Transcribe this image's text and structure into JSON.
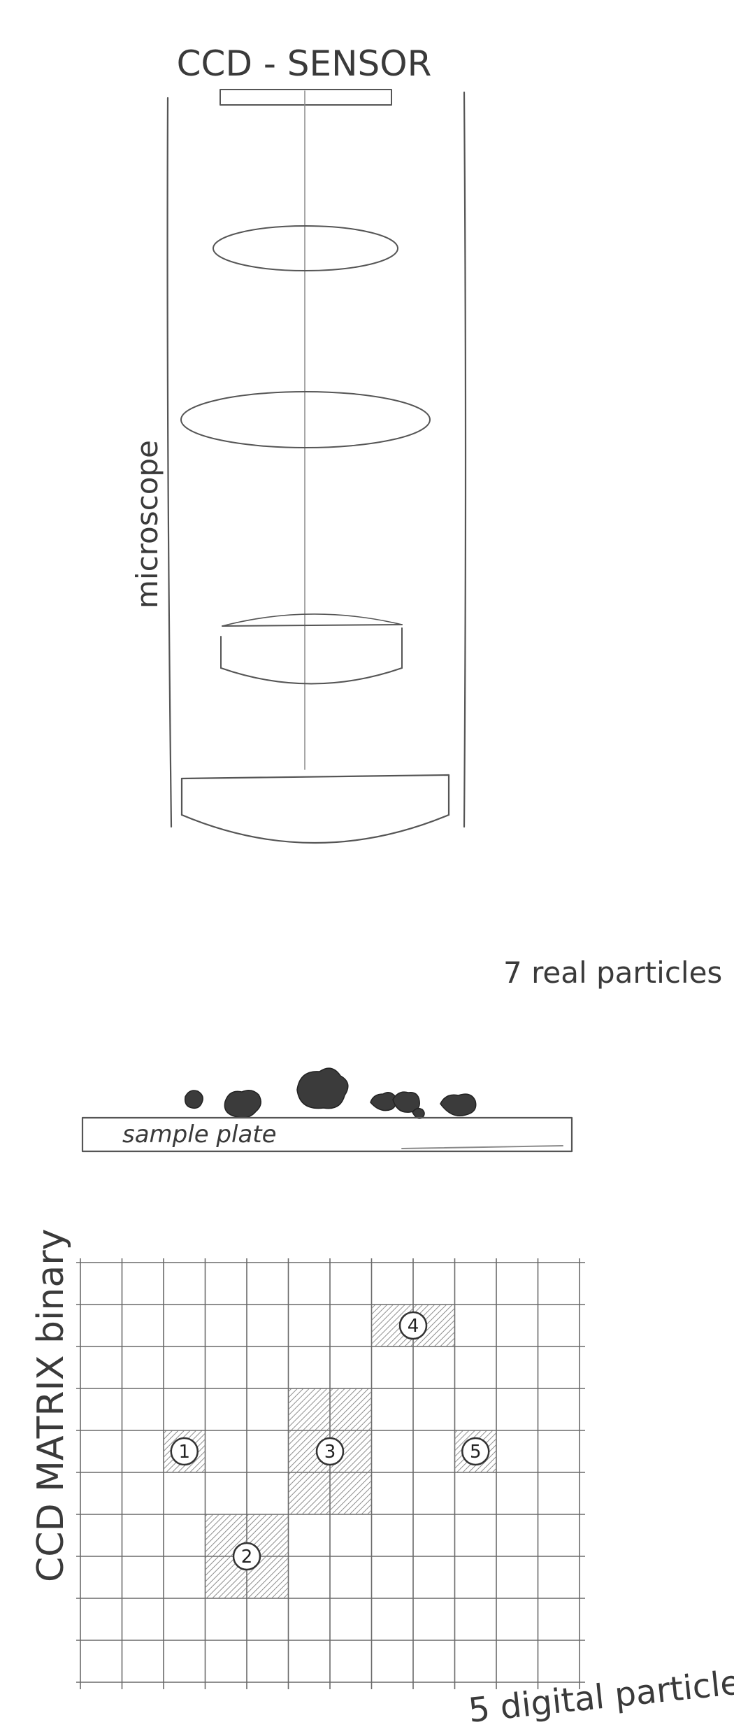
{
  "labels": {
    "ccd_sensor": "CCD - SENSOR",
    "microscope": "microscope",
    "real_particles": "7 real particles",
    "sample_plate": "sample plate",
    "ccd_matrix": "CCD MATRIX binary",
    "digital_particles": "5 digital particle"
  },
  "grid": {
    "columns": 12,
    "rows": 10
  },
  "digital_particles": [
    {
      "number": "1",
      "col": 2,
      "row": 4,
      "w": 1,
      "h": 1
    },
    {
      "number": "2",
      "col": 3,
      "row": 6,
      "w": 2,
      "h": 2
    },
    {
      "number": "3",
      "col": 5,
      "row": 3,
      "w": 2,
      "h": 3
    },
    {
      "number": "4",
      "col": 7,
      "row": 1,
      "w": 2,
      "h": 1
    },
    {
      "number": "5",
      "col": 9,
      "row": 4,
      "w": 1,
      "h": 1
    }
  ],
  "real_particle_count": 7,
  "colors": {
    "pencil": "#555555",
    "shade": "#7a7a7a",
    "particle": "#3b3b3b"
  }
}
